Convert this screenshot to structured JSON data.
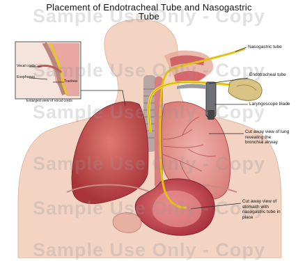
{
  "title_line1": "Placement of Endotracheal Tube and Nasogastric",
  "title_line2": "Tube",
  "labels": {
    "nasogastric_tube": "Nasogastric tube",
    "endotracheal_tube": "Endotracheal tube",
    "laryngoscope_blade": "Laryngoscope blade",
    "cut_away_lung": "Cut away view of lung revealing the bronchial airway",
    "cut_away_stomach": "Cut away view of stomach with nasogastric tube in place",
    "vocal_cords": "Vocal cords",
    "esophagus": "Esophagus",
    "trachea": "Trachea",
    "enlarged_view": "Enlarged view of vocal cords"
  },
  "watermark": "Sample Use Only - Copy",
  "colors": {
    "skin": "#f2d3c2",
    "lung": "#c9504f",
    "tube": "#e8d11c",
    "stomach": "#c4444a"
  }
}
